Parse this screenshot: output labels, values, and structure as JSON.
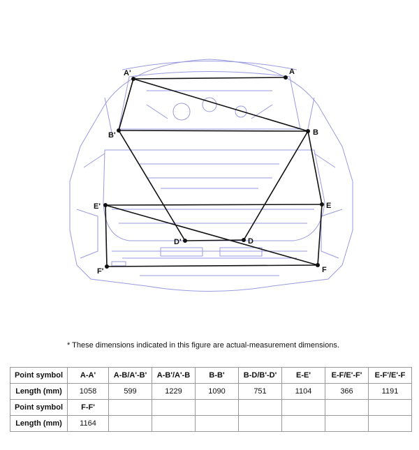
{
  "figure": {
    "points": [
      {
        "label": "A'"
      },
      {
        "label": "A"
      },
      {
        "label": "B'"
      },
      {
        "label": "B"
      },
      {
        "label": "E'"
      },
      {
        "label": "E"
      },
      {
        "label": "D'"
      },
      {
        "label": "D"
      },
      {
        "label": "F'"
      },
      {
        "label": "F"
      }
    ]
  },
  "note": "*  These dimensions indicated in this figure are actual-measurement dimensions.",
  "table": {
    "row_header_symbol": "Point symbol",
    "row_header_length": "Length (mm)",
    "block1": {
      "symbols": [
        "A-A'",
        "A-B/A'-B'",
        "A-B'/A'-B",
        "B-B'",
        "B-D/B'-D'",
        "E-E'",
        "E-F/E'-F'",
        "E-F'/E'-F"
      ],
      "lengths": [
        "1058",
        "599",
        "1229",
        "1090",
        "751",
        "1104",
        "366",
        "1191"
      ]
    },
    "block2": {
      "symbols": [
        "F-F'"
      ],
      "lengths": [
        "1164"
      ]
    }
  }
}
